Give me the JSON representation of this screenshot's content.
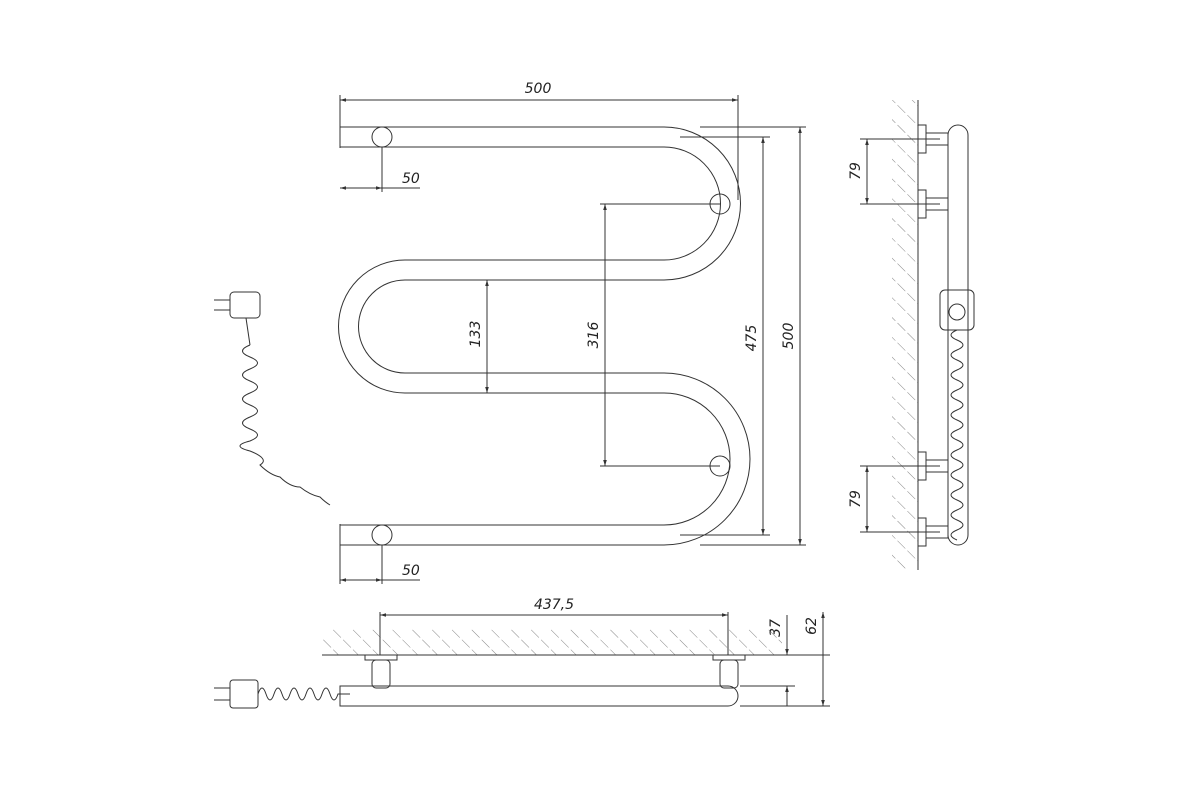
{
  "front_view": {
    "width": "500",
    "offset_top": "50",
    "offset_bottom": "50",
    "inner_gap": "133",
    "mount_spacing": "316",
    "tube_height": "475",
    "total_height": "500"
  },
  "side_view": {
    "offset_top": "79",
    "offset_bottom": "79"
  },
  "top_view": {
    "mount_distance": "437,5",
    "depth_mount": "37",
    "depth_total": "62"
  }
}
